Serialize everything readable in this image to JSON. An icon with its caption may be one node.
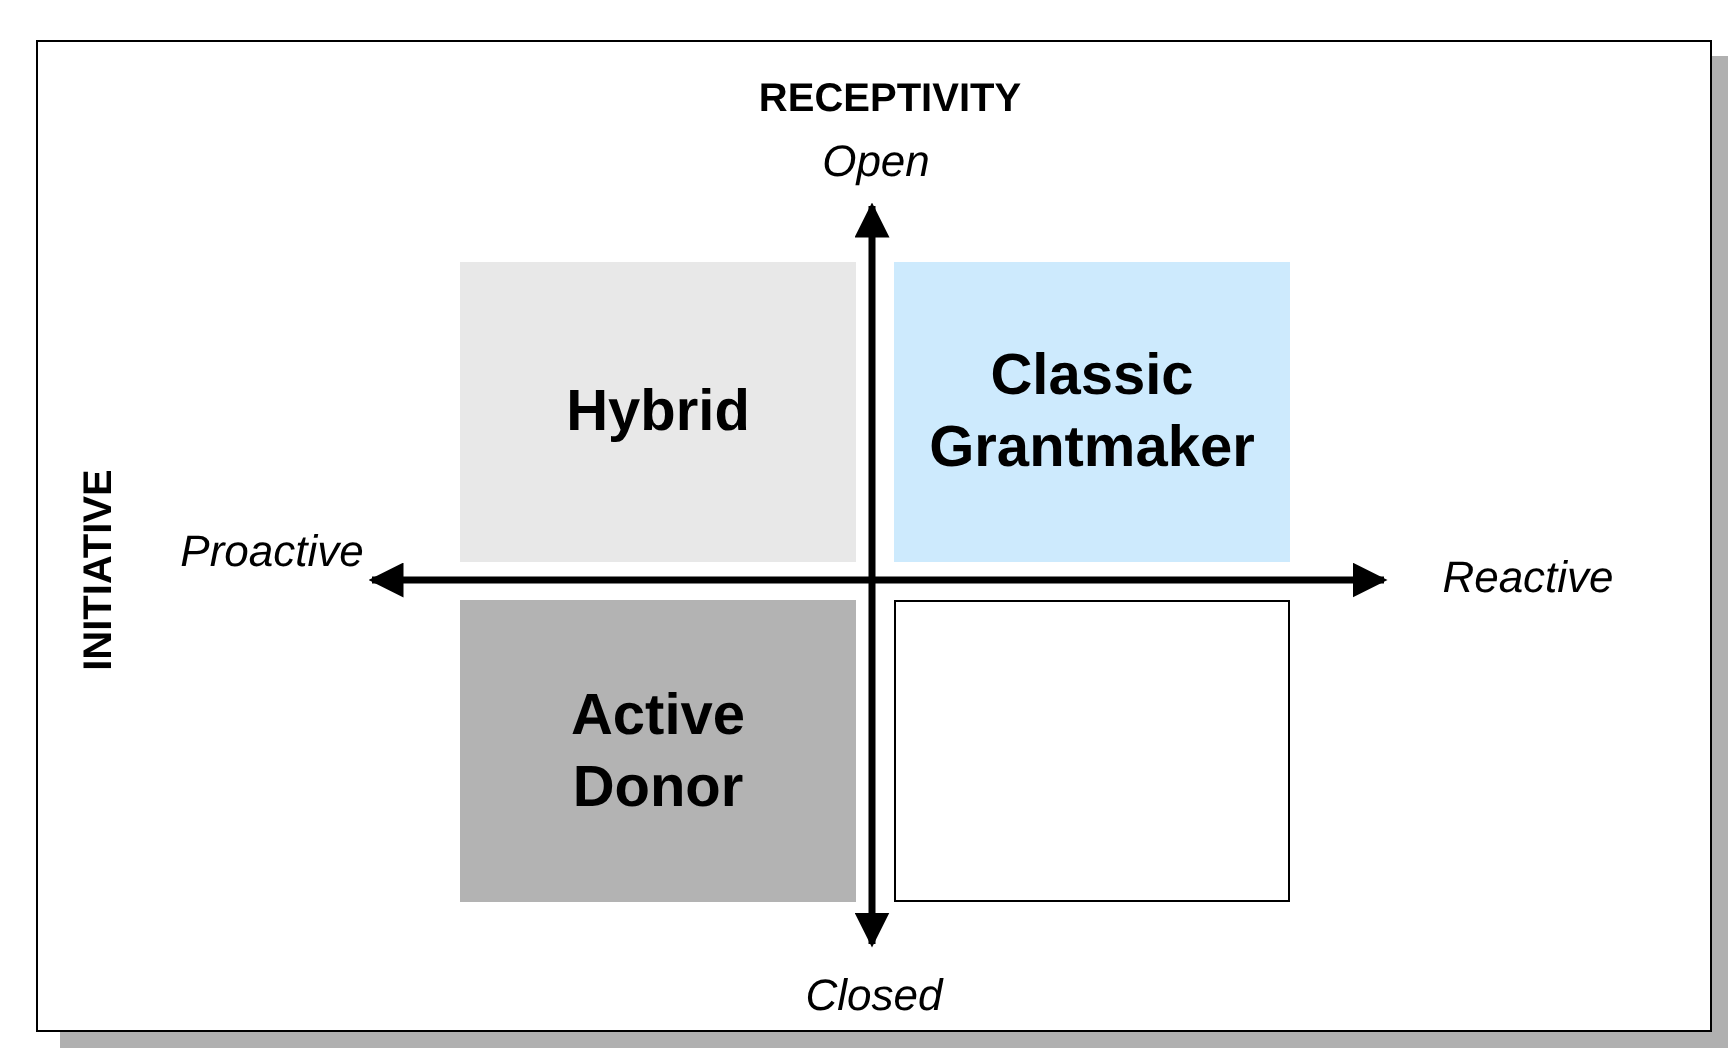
{
  "diagram": {
    "nodes": [
      {
        "text": [
          "Hybrid"
        ]
      },
      {
        "text": [
          "Classic Grantmaker"
        ]
      },
      {
        "text": [
          "Active Donor"
        ]
      },
      {
        "text": [],
        "shape": "box"
      }
    ],
    "labels": [
      "RECEPTIVITY",
      "Open",
      "INITIATIVE",
      "Proactive",
      "Reactive",
      "Closed"
    ]
  }
}
